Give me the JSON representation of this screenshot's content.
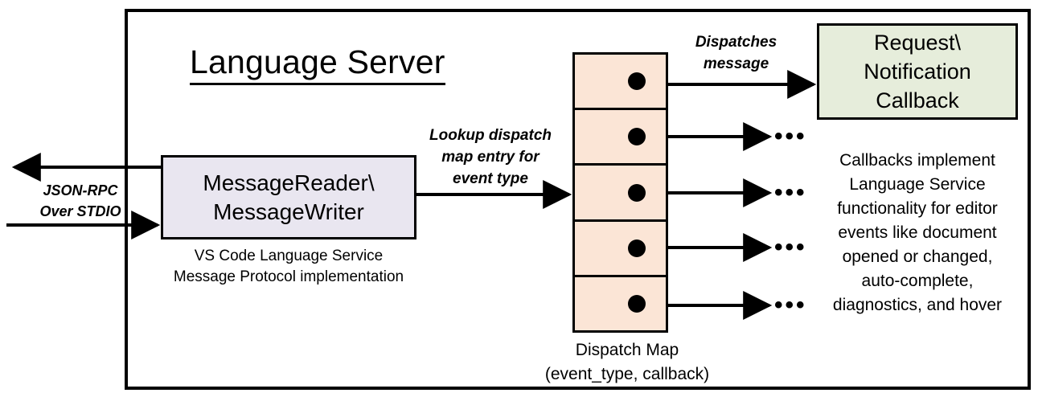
{
  "diagram": {
    "title": "Language Server",
    "boxes": {
      "message_reader": {
        "line1": "MessageReader\\",
        "line2": "MessageWriter",
        "fill": "#E9E6F0",
        "caption_line1": "VS Code Language Service",
        "caption_line2": "Message Protocol implementation"
      },
      "callback": {
        "line1": "Request\\",
        "line2": "Notification",
        "line3": "Callback",
        "fill": "#E6EDDB",
        "caption": [
          "Callbacks implement",
          "Language Service",
          "functionality for editor",
          "events like document",
          "opened or changed,",
          "auto-complete,",
          "diagnostics, and hover"
        ]
      }
    },
    "dispatch_map": {
      "fill": "#FBE5D6",
      "row_count": 5,
      "caption_line1": "Dispatch Map",
      "caption_line2": "(event_type, callback)"
    },
    "annotations": {
      "jsonrpc_line1": "JSON-RPC",
      "jsonrpc_line2": "Over STDIO",
      "lookup_line1": "Lookup dispatch",
      "lookup_line2": "map entry for",
      "lookup_line3": "event type",
      "dispatches_line1": "Dispatches",
      "dispatches_line2": "message",
      "ellipsis": "•••"
    },
    "colors": {
      "stroke": "#000000",
      "background": "#FFFFFF",
      "lavender": "#E9E6F0",
      "green": "#E6EDDB",
      "peach": "#FBE5D6"
    }
  }
}
